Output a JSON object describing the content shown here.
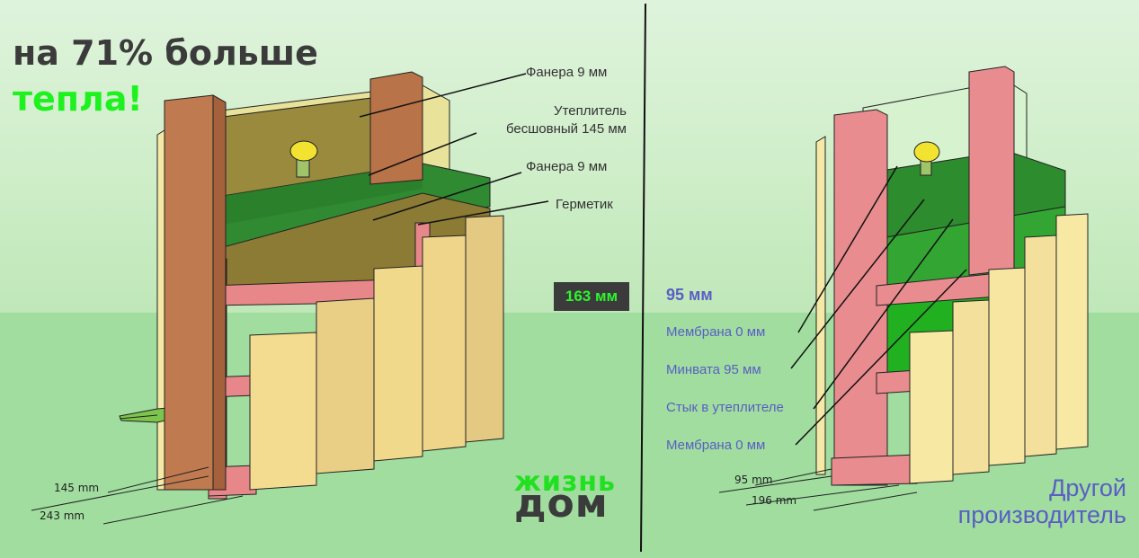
{
  "headline": {
    "line1": "на 71% больше",
    "line2": "тепла!"
  },
  "left_wall": {
    "labels": [
      "Фанера 9 мм",
      "Утеплитель",
      "бесшовный 145 мм",
      "Фанера 9 мм",
      "Герметик"
    ],
    "total_thickness": "163 мм",
    "dim_inner": "145 mm",
    "dim_outer": "243 mm"
  },
  "right_wall": {
    "total_thickness": "95 мм",
    "labels": [
      "Мембрана 0 мм",
      "Минвата 95 мм",
      "Стык в утеплителе",
      "Мембрана 0 мм"
    ],
    "dim_inner": "95 mm",
    "dim_outer": "196 mm"
  },
  "logo": {
    "top": "жизнь",
    "bottom": "дом"
  },
  "competitor": {
    "line1": "Другой",
    "line2": "производитель"
  },
  "colors": {
    "accent_green": "#1ef21e",
    "dark_text": "#3b3b3b",
    "competitor_blue": "#5a5ec4",
    "wood_brown": "#b5734d",
    "pink_frame": "#e8878a",
    "board_yellow": "#f6e8a8",
    "osb_olive": "#8a7a35",
    "insulation_green": "#2e7d2e"
  }
}
